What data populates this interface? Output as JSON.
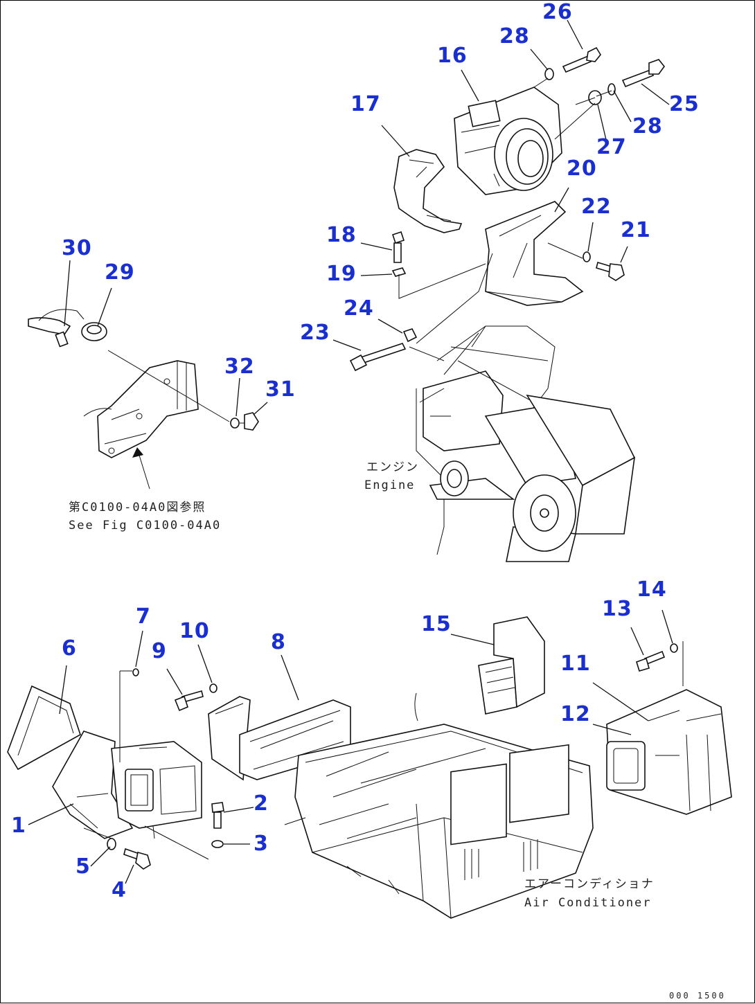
{
  "diagram": {
    "callouts": [
      "1",
      "2",
      "3",
      "4",
      "5",
      "6",
      "7",
      "8",
      "9",
      "10",
      "11",
      "12",
      "13",
      "14",
      "15",
      "16",
      "17",
      "18",
      "19",
      "20",
      "21",
      "22",
      "23",
      "24",
      "25",
      "26",
      "27",
      "28",
      "28",
      "29",
      "30",
      "31",
      "32"
    ],
    "labels": {
      "engine_jp": "エンジン",
      "engine_en": "Engine",
      "aircon_jp": "エアーコンディショナ",
      "aircon_en": "Air Conditioner",
      "fig_ref_jp": "第C0100-04A0図参照",
      "fig_ref_en": "See Fig C0100-04A0",
      "drawing_code": "000 1500"
    },
    "colors": {
      "callout": "#1a2fd0",
      "line": "#111111",
      "background": "#ffffff"
    }
  }
}
